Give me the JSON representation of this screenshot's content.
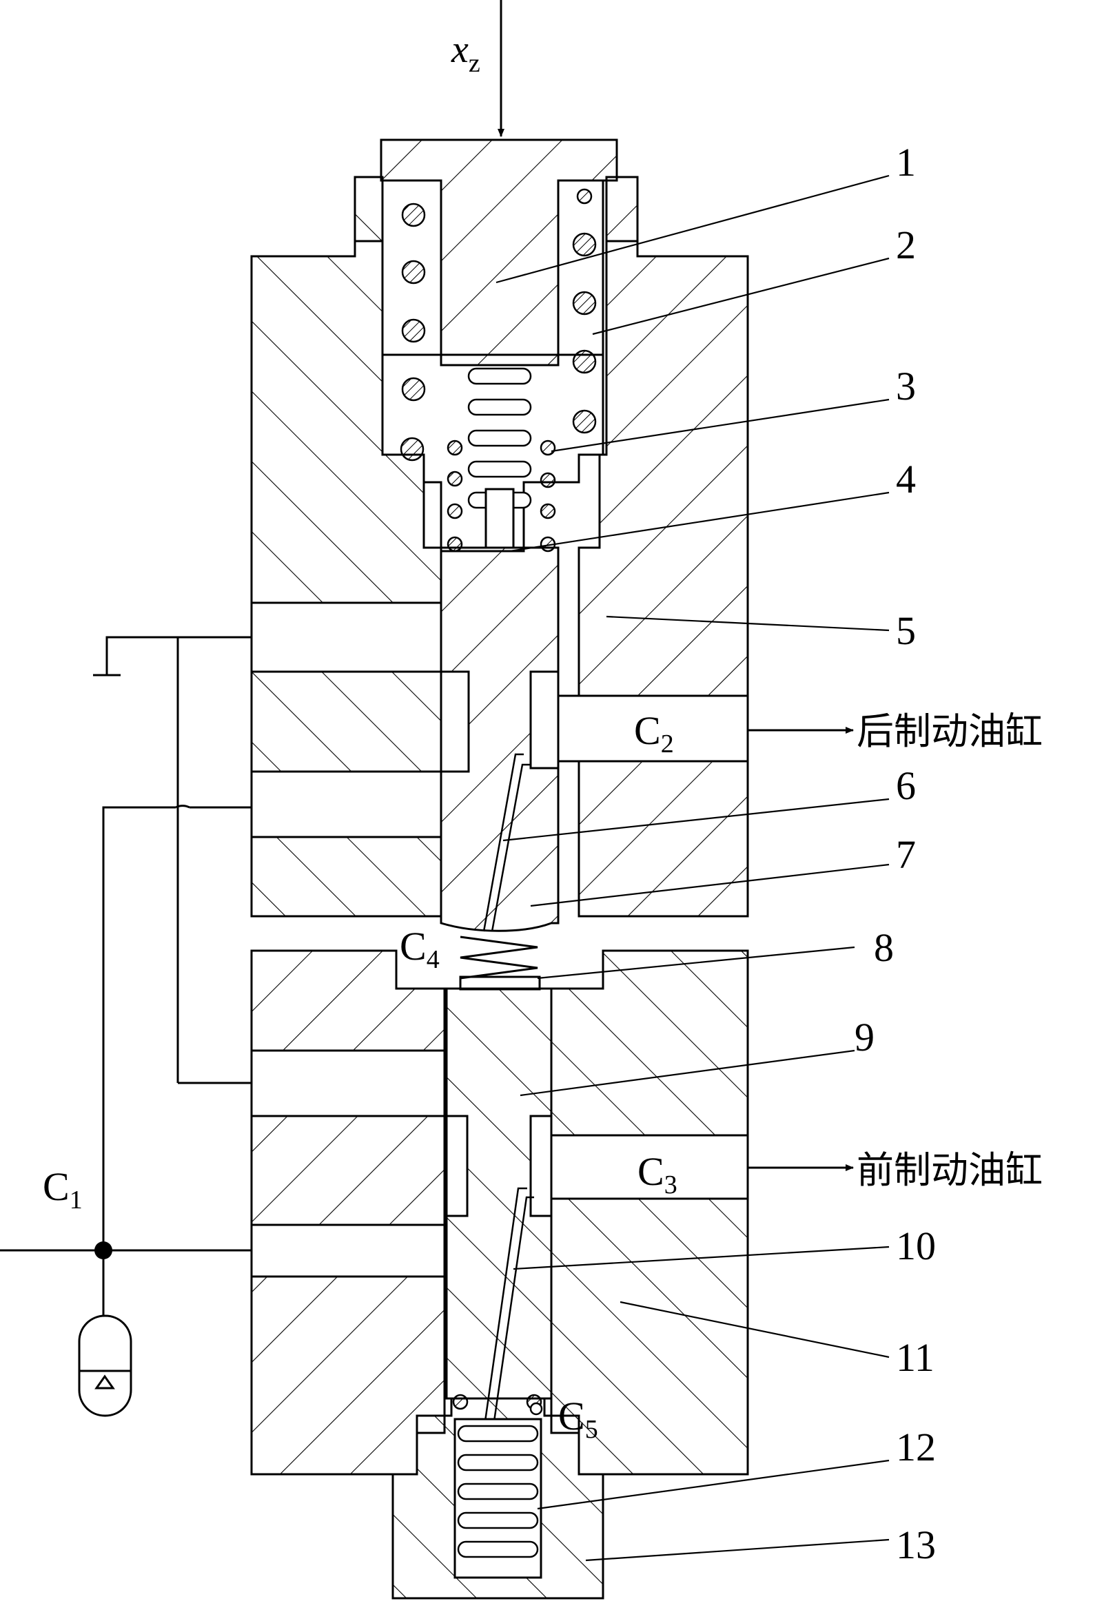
{
  "diagram": {
    "input": {
      "symbol": "x",
      "subscript": "z"
    },
    "part_numbers": [
      "1",
      "2",
      "3",
      "4",
      "5",
      "6",
      "7",
      "8",
      "9",
      "10",
      "11",
      "12",
      "13"
    ],
    "ports": {
      "c1": {
        "letter": "C",
        "sub": "1"
      },
      "c2": {
        "letter": "C",
        "sub": "2"
      },
      "c3": {
        "letter": "C",
        "sub": "3"
      },
      "c4": {
        "letter": "C",
        "sub": "4"
      },
      "c5": {
        "letter": "C",
        "sub": "5"
      }
    },
    "outlets": {
      "rear": "后制动油缸",
      "front": "前制动油缸"
    }
  }
}
